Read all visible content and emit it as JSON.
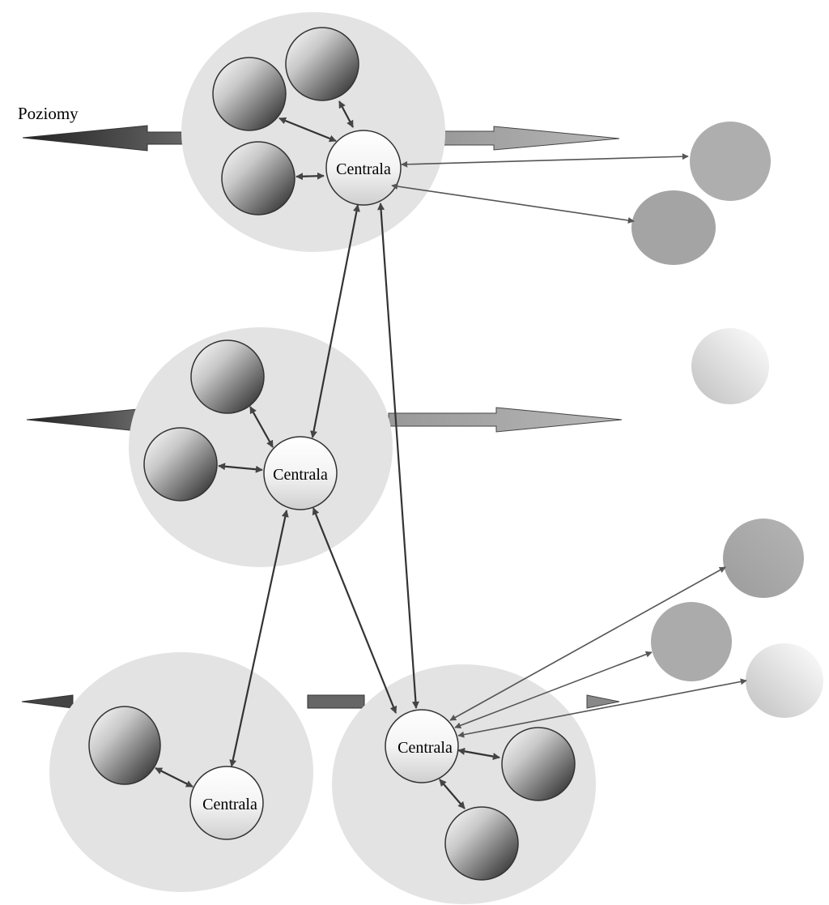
{
  "diagram": {
    "side_label": "Poziomy",
    "central_nodes": [
      {
        "id": "top",
        "label": "Centrala"
      },
      {
        "id": "middle",
        "label": "Centrala"
      },
      {
        "id": "bottom-left",
        "label": "Centrala"
      },
      {
        "id": "bottom-right",
        "label": "Centrala"
      }
    ]
  }
}
